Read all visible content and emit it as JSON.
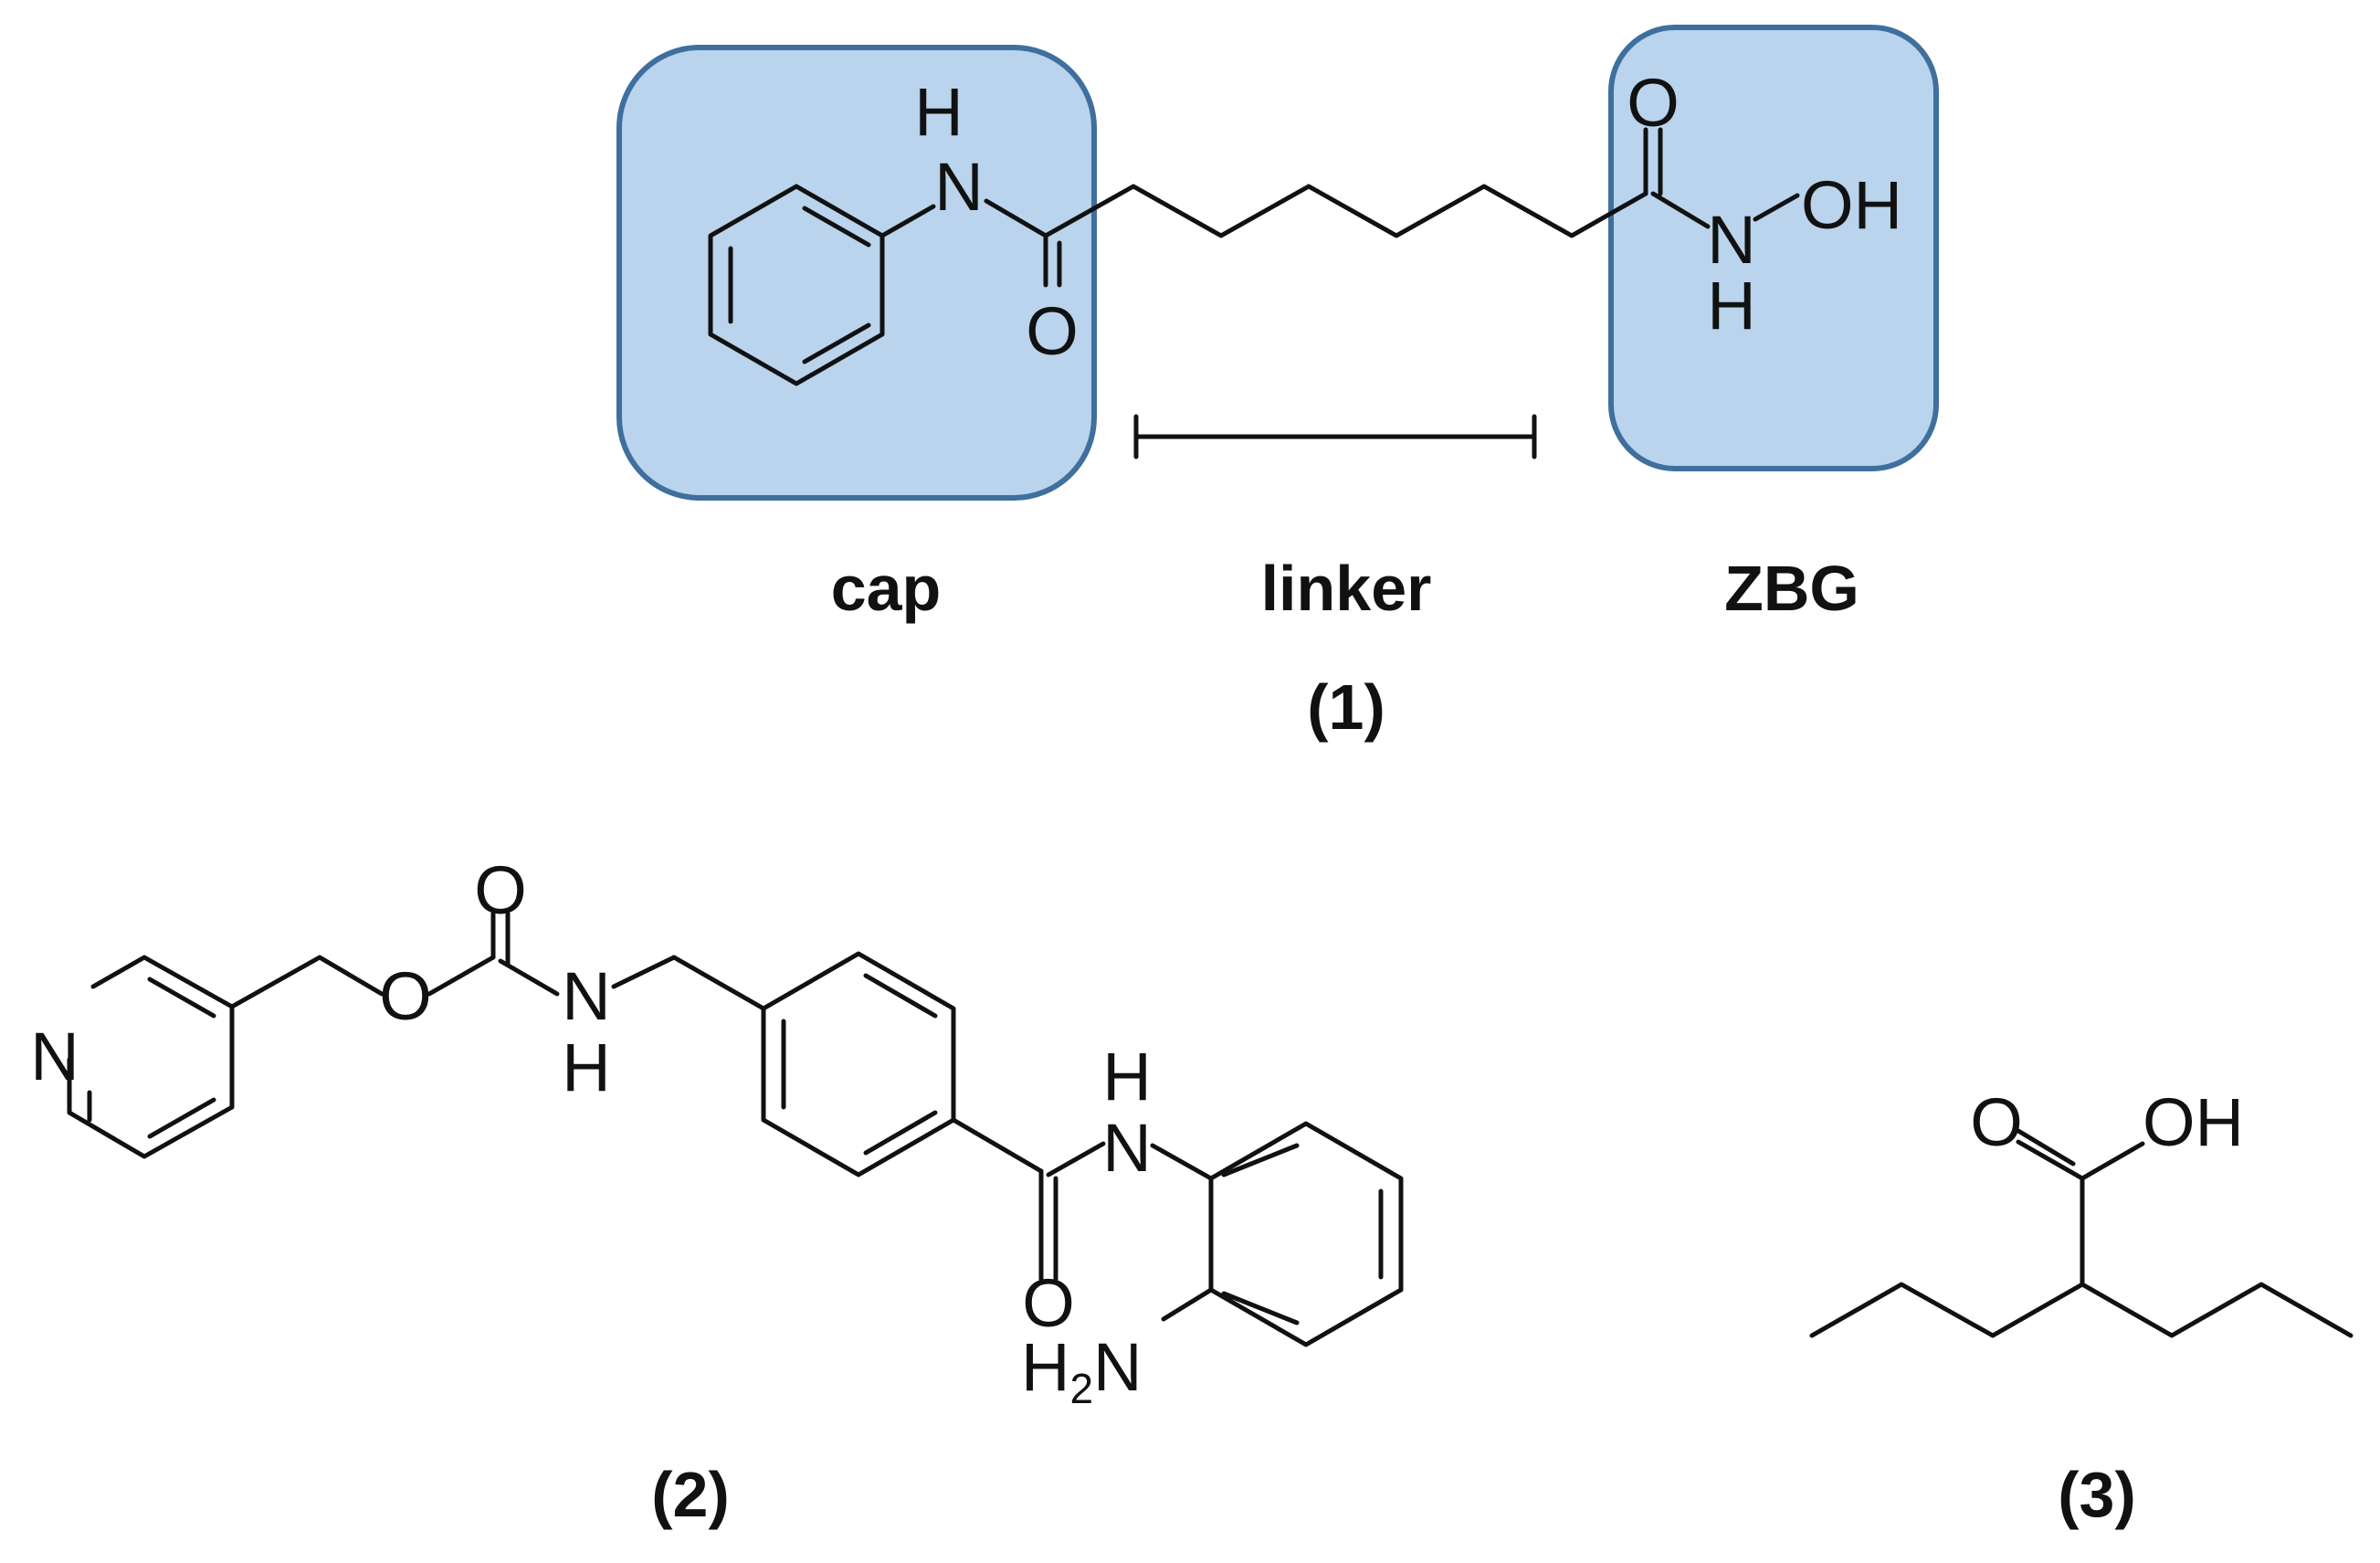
{
  "region_labels": {
    "cap": "cap",
    "linker": "linker",
    "zbg": "ZBG"
  },
  "region_fill": "#b9d4ec",
  "region_stroke": "#3f6f9e",
  "compounds": {
    "c1": "(1)",
    "c2": "(2)",
    "c3": "(3)"
  },
  "atoms": {
    "H": "H",
    "N": "N",
    "O": "O",
    "OH": "OH",
    "H2N_H": "H",
    "H2N_2": "2",
    "H2N_N": "N"
  }
}
